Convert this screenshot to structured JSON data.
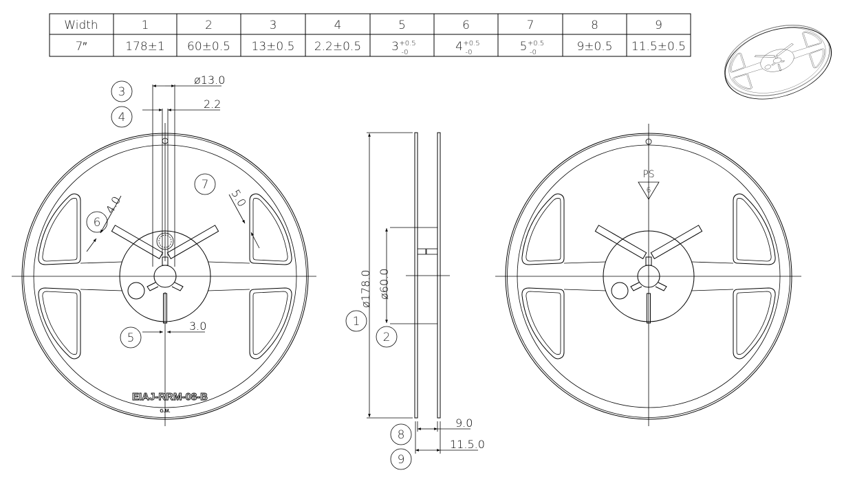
{
  "table": {
    "header_label": "Width",
    "columns": [
      "1",
      "2",
      "3",
      "4",
      "5",
      "6",
      "7",
      "8",
      "9"
    ],
    "row_label": "7″",
    "values": [
      {
        "main": "178±1"
      },
      {
        "main": "60±0.5"
      },
      {
        "main": "13±0.5"
      },
      {
        "main": "2.2±0.5"
      },
      {
        "main": "3",
        "plus": "+0.5",
        "minus": "-0"
      },
      {
        "main": "4",
        "plus": "+0.5",
        "minus": "-0"
      },
      {
        "main": "5",
        "plus": "+0.5",
        "minus": "-0"
      },
      {
        "main": "9±0.5"
      },
      {
        "main": "11.5±0.5"
      }
    ]
  },
  "front_view": {
    "dims": {
      "d13": "ø13.0",
      "d22": "2.2",
      "d30": "3.0",
      "d40": "4.0",
      "d50": "5.0"
    },
    "callouts": {
      "c3": "3",
      "c4": "4",
      "c5": "5",
      "c6": "6",
      "c7": "7"
    },
    "marking": "EIAJ-RRM-08-B",
    "marking_sub": "G.M."
  },
  "side_view": {
    "dims": {
      "d178": "ø178.0",
      "d60": "ø60.0",
      "d9": "9.0",
      "d115": "11.5.0"
    },
    "callouts": {
      "c1": "1",
      "c2": "2",
      "c8": "8",
      "c9": "9"
    }
  },
  "back_view": {
    "recycle_label": "PS",
    "recycle_number": "6"
  },
  "colors": {
    "line": "#000000",
    "background": "#ffffff"
  }
}
